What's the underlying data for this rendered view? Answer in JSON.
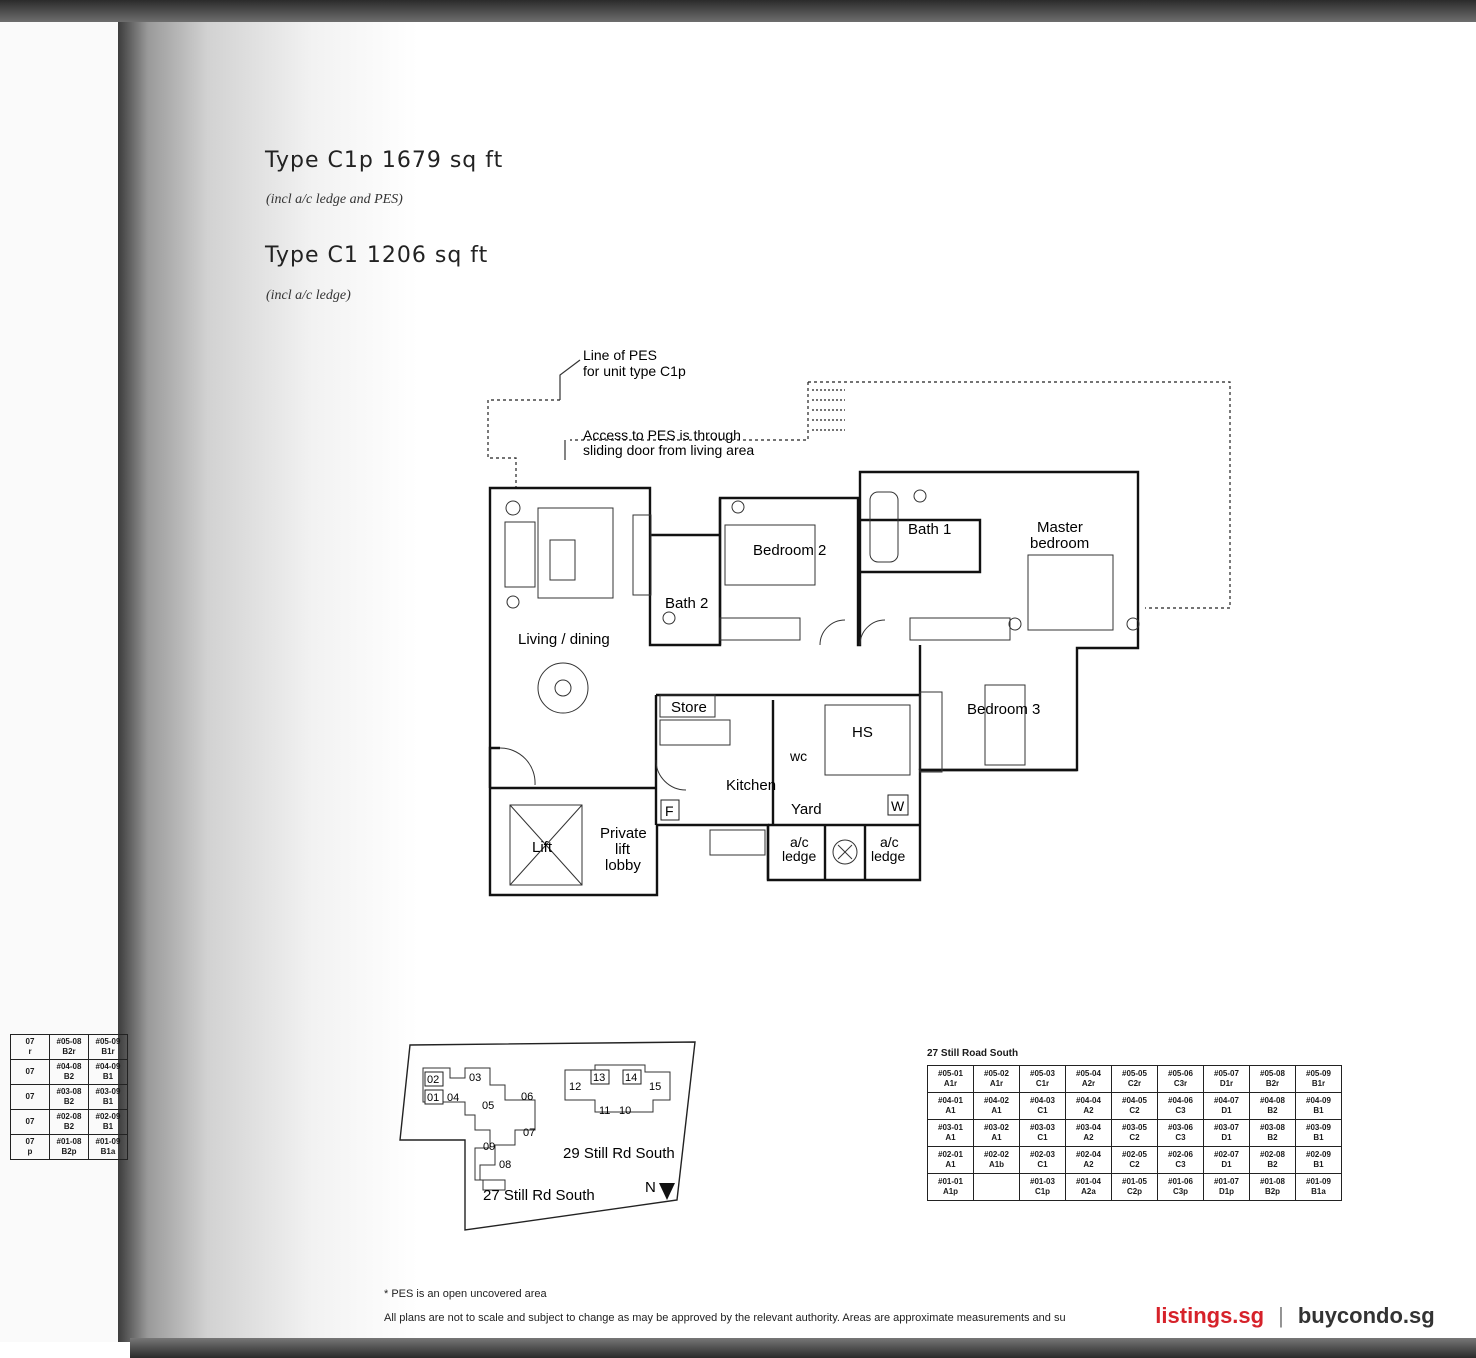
{
  "header": {
    "type1_title": "Type C1p 1679 sq ft",
    "type1_sub": "(incl a/c ledge and PES)",
    "type2_title": "Type C1 1206 sq ft",
    "type2_sub": "(incl a/c ledge)"
  },
  "plan": {
    "pes_line_1": "Line of PES",
    "pes_line_2": "for unit type C1p",
    "access_1": "Access to PES is through",
    "access_2": "sliding door from living area",
    "rooms": {
      "bedroom2": "Bedroom 2",
      "bath1": "Bath 1",
      "master_1": "Master",
      "master_2": "bedroom",
      "bath2": "Bath 2",
      "living": "Living / dining",
      "store": "Store",
      "hs": "HS",
      "bedroom3": "Bedroom 3",
      "wc": "wc",
      "kitchen": "Kitchen",
      "yard": "Yard",
      "f": "F",
      "w": "W",
      "lift": "Lift",
      "lobby_1": "Private",
      "lobby_2": "lift",
      "lobby_3": "lobby",
      "ac1_1": "a/c",
      "ac1_2": "ledge",
      "ac2_1": "a/c",
      "ac2_2": "ledge"
    }
  },
  "keyplan": {
    "blocks": [
      "02",
      "03",
      "01",
      "04",
      "05",
      "06",
      "07",
      "09",
      "08",
      "12",
      "13",
      "14",
      "15",
      "11",
      "10"
    ],
    "block27": "27 Still Rd South",
    "block29": "29 Still Rd South",
    "north": "N"
  },
  "table_title": "27 Still Road South",
  "unit_table": [
    [
      [
        "#05-01",
        "A1r"
      ],
      [
        "#05-02",
        "A1r"
      ],
      [
        "#05-03",
        "C1r"
      ],
      [
        "#05-04",
        "A2r"
      ],
      [
        "#05-05",
        "C2r"
      ],
      [
        "#05-06",
        "C3r"
      ],
      [
        "#05-07",
        "D1r"
      ],
      [
        "#05-08",
        "B2r"
      ],
      [
        "#05-09",
        "B1r"
      ]
    ],
    [
      [
        "#04-01",
        "A1"
      ],
      [
        "#04-02",
        "A1"
      ],
      [
        "#04-03",
        "C1"
      ],
      [
        "#04-04",
        "A2"
      ],
      [
        "#04-05",
        "C2"
      ],
      [
        "#04-06",
        "C3"
      ],
      [
        "#04-07",
        "D1"
      ],
      [
        "#04-08",
        "B2"
      ],
      [
        "#04-09",
        "B1"
      ]
    ],
    [
      [
        "#03-01",
        "A1"
      ],
      [
        "#03-02",
        "A1"
      ],
      [
        "#03-03",
        "C1"
      ],
      [
        "#03-04",
        "A2"
      ],
      [
        "#03-05",
        "C2"
      ],
      [
        "#03-06",
        "C3"
      ],
      [
        "#03-07",
        "D1"
      ],
      [
        "#03-08",
        "B2"
      ],
      [
        "#03-09",
        "B1"
      ]
    ],
    [
      [
        "#02-01",
        "A1"
      ],
      [
        "#02-02",
        "A1b"
      ],
      [
        "#02-03",
        "C1"
      ],
      [
        "#02-04",
        "A2"
      ],
      [
        "#02-05",
        "C2"
      ],
      [
        "#02-06",
        "C3"
      ],
      [
        "#02-07",
        "D1"
      ],
      [
        "#02-08",
        "B2"
      ],
      [
        "#02-09",
        "B1"
      ]
    ],
    [
      [
        "#01-01",
        "A1p"
      ],
      [
        "",
        ""
      ],
      [
        "#01-03",
        "C1p"
      ],
      [
        "#01-04",
        "A2a"
      ],
      [
        "#01-05",
        "C2p"
      ],
      [
        "#01-06",
        "C3p"
      ],
      [
        "#01-07",
        "D1p"
      ],
      [
        "#01-08",
        "B2p"
      ],
      [
        "#01-09",
        "B1a"
      ]
    ]
  ],
  "left_table": [
    [
      [
        "07",
        "r"
      ],
      [
        "#05-08",
        "B2r"
      ],
      [
        "#05-09",
        "B1r"
      ]
    ],
    [
      [
        "07",
        ""
      ],
      [
        "#04-08",
        "B2"
      ],
      [
        "#04-09",
        "B1"
      ]
    ],
    [
      [
        "07",
        ""
      ],
      [
        "#03-08",
        "B2"
      ],
      [
        "#03-09",
        "B1"
      ]
    ],
    [
      [
        "07",
        ""
      ],
      [
        "#02-08",
        "B2"
      ],
      [
        "#02-09",
        "B1"
      ]
    ],
    [
      [
        "07",
        "p"
      ],
      [
        "#01-08",
        "B2p"
      ],
      [
        "#01-09",
        "B1a"
      ]
    ]
  ],
  "notes": {
    "pes": "* PES is an open uncovered area",
    "disclaimer": "All plans are not to scale and subject to change as may be approved by the relevant authority. Areas are approximate measurements and su"
  },
  "watermark": {
    "site1": "listings.sg",
    "separator": "|",
    "site2": "buycondo.sg"
  }
}
